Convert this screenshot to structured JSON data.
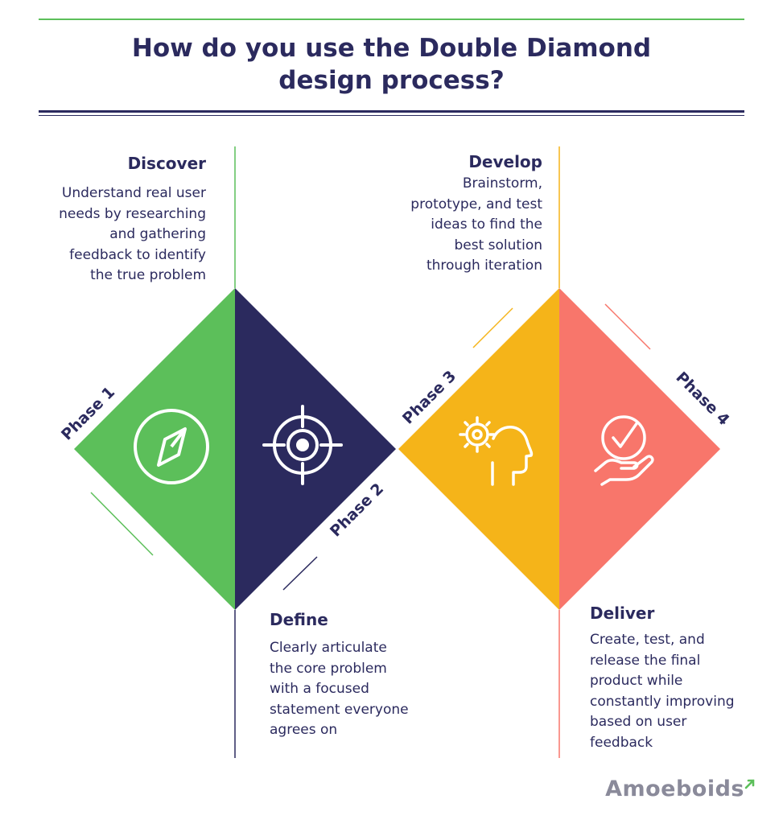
{
  "header": {
    "title_line1": "How do you use the Double Diamond",
    "title_line2": "design process?"
  },
  "phases": [
    {
      "label": "Phase 1",
      "title": "Discover",
      "description": [
        "Understand real user",
        "needs by researching",
        "and gathering",
        "feedback to identify",
        "the true problem"
      ],
      "color": "#5cbf5a",
      "icon": "compass-icon"
    },
    {
      "label": "Phase 2",
      "title": "Define",
      "description": [
        "Clearly articulate",
        "the core problem",
        "with a focused",
        "statement everyone",
        "agrees on"
      ],
      "color": "#2b2a5e",
      "icon": "target-icon"
    },
    {
      "label": "Phase 3",
      "title": "Develop",
      "description": [
        "Brainstorm,",
        "prototype, and test",
        "ideas to find the",
        "best solution",
        "through iteration"
      ],
      "color": "#f5b419",
      "icon": "head-gear-icon"
    },
    {
      "label": "Phase 4",
      "title": "Deliver",
      "description": [
        "Create, test, and",
        "release the final",
        "product while",
        "constantly improving",
        "based on user",
        "feedback"
      ],
      "color": "#f8766b",
      "icon": "hand-check-icon"
    }
  ],
  "brand": {
    "name": "Amoeboids"
  }
}
